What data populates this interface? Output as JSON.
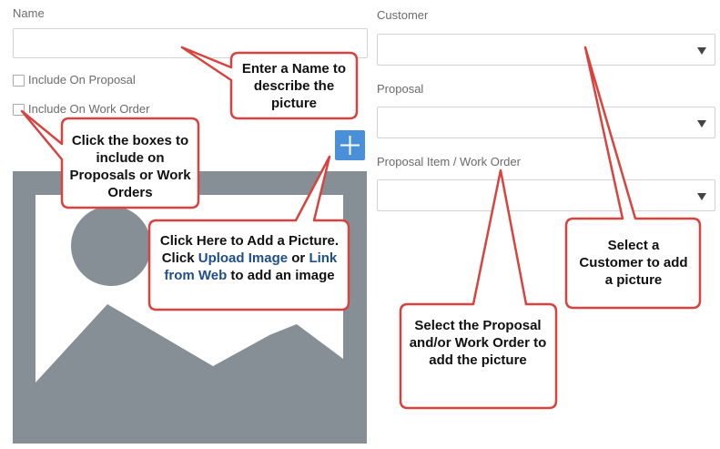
{
  "form": {
    "name_label": "Name",
    "name_value": "",
    "include_proposal_label": "Include On Proposal",
    "include_work_order_label": "Include On Work Order",
    "customer_label": "Customer",
    "proposal_label": "Proposal",
    "proposal_item_label": "Proposal Item / Work Order"
  },
  "callouts": {
    "name_hint": "Enter a Name to describe the picture",
    "checkbox_hint": "Click the boxes to include on Proposals or Work Orders",
    "add_hint_1": "Click Here to Add a Picture. Click ",
    "add_hint_upload": "Upload Image",
    "add_hint_2": " or ",
    "add_hint_link": "Link from Web",
    "add_hint_3": " to add an image",
    "customer_hint": "Select a Customer to add a picture",
    "proposal_hint": "Select the Proposal and/or Work Order to add the picture"
  },
  "colors": {
    "accent": "#4a90d9",
    "callout_border": "#d9433f",
    "placeholder_gray": "#878f96",
    "link_text": "#1f4e8c"
  },
  "icons": {
    "add": "plus-icon",
    "dropdown": "caret-down-icon",
    "placeholder": "image-placeholder-icon"
  }
}
